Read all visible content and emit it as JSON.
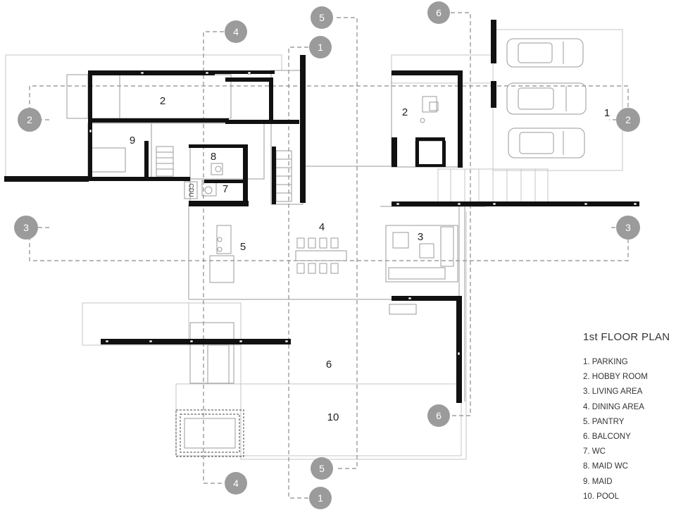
{
  "plan": {
    "title": "1st FLOOR PLAN",
    "legend": [
      "1. PARKING",
      "2. HOBBY ROOM",
      "3. LIVING AREA",
      "4. DINING AREA",
      "5. PANTRY",
      "6. BALCONY",
      "7. WC",
      "8. MAID WC",
      "9. MAID",
      "10. POOL"
    ],
    "rooms": {
      "parking": "1",
      "hobby_left": "2",
      "hobby_right": "2",
      "living": "3",
      "dining": "4",
      "pantry": "5",
      "balcony": "6",
      "wc": "7",
      "maid_wc": "8",
      "maid": "9",
      "pool": "10"
    },
    "sections": {
      "s1": "1",
      "s2": "2",
      "s3": "3",
      "s4": "4",
      "s5": "5",
      "s6": "6"
    },
    "labels": {
      "cdu": "CDU"
    }
  }
}
